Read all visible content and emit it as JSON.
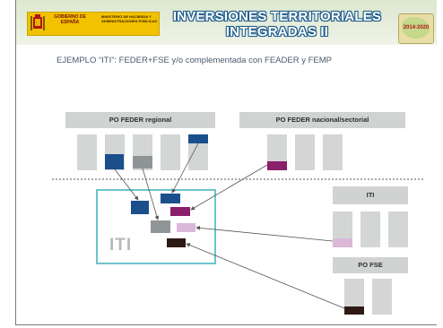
{
  "header": {
    "logo_left": "GOBIERNO DE ESPAÑA",
    "logo_right": "MINISTERIO DE HACIENDA Y ADMINISTRACIONES PÚBLICAS",
    "title_line1": "INVERSIONES TERRITORIALES",
    "title_line2": "INTEGRADAS II",
    "badge_text": "2014-2020"
  },
  "subtitle": "EJEMPLO “ITI”: FEDER+FSE y/o complementada con FEADER y FEMP",
  "programs": {
    "feder_regional": "PO FEDER regional",
    "feder_nacional": "PO FEDER nacional/sectorial",
    "iti": "ITI",
    "fse": "PO FSE"
  },
  "iti_box_label": "ITI",
  "colors": {
    "navy": "#1a4f8c",
    "grey": "#8f9596",
    "plum": "#8a1f6a",
    "pink": "#dbb7d8",
    "brown": "#2e1a14",
    "iti_frame": "#6bc4cc",
    "column": "#d3d6d5",
    "header_bar": "#d1d3d3"
  }
}
